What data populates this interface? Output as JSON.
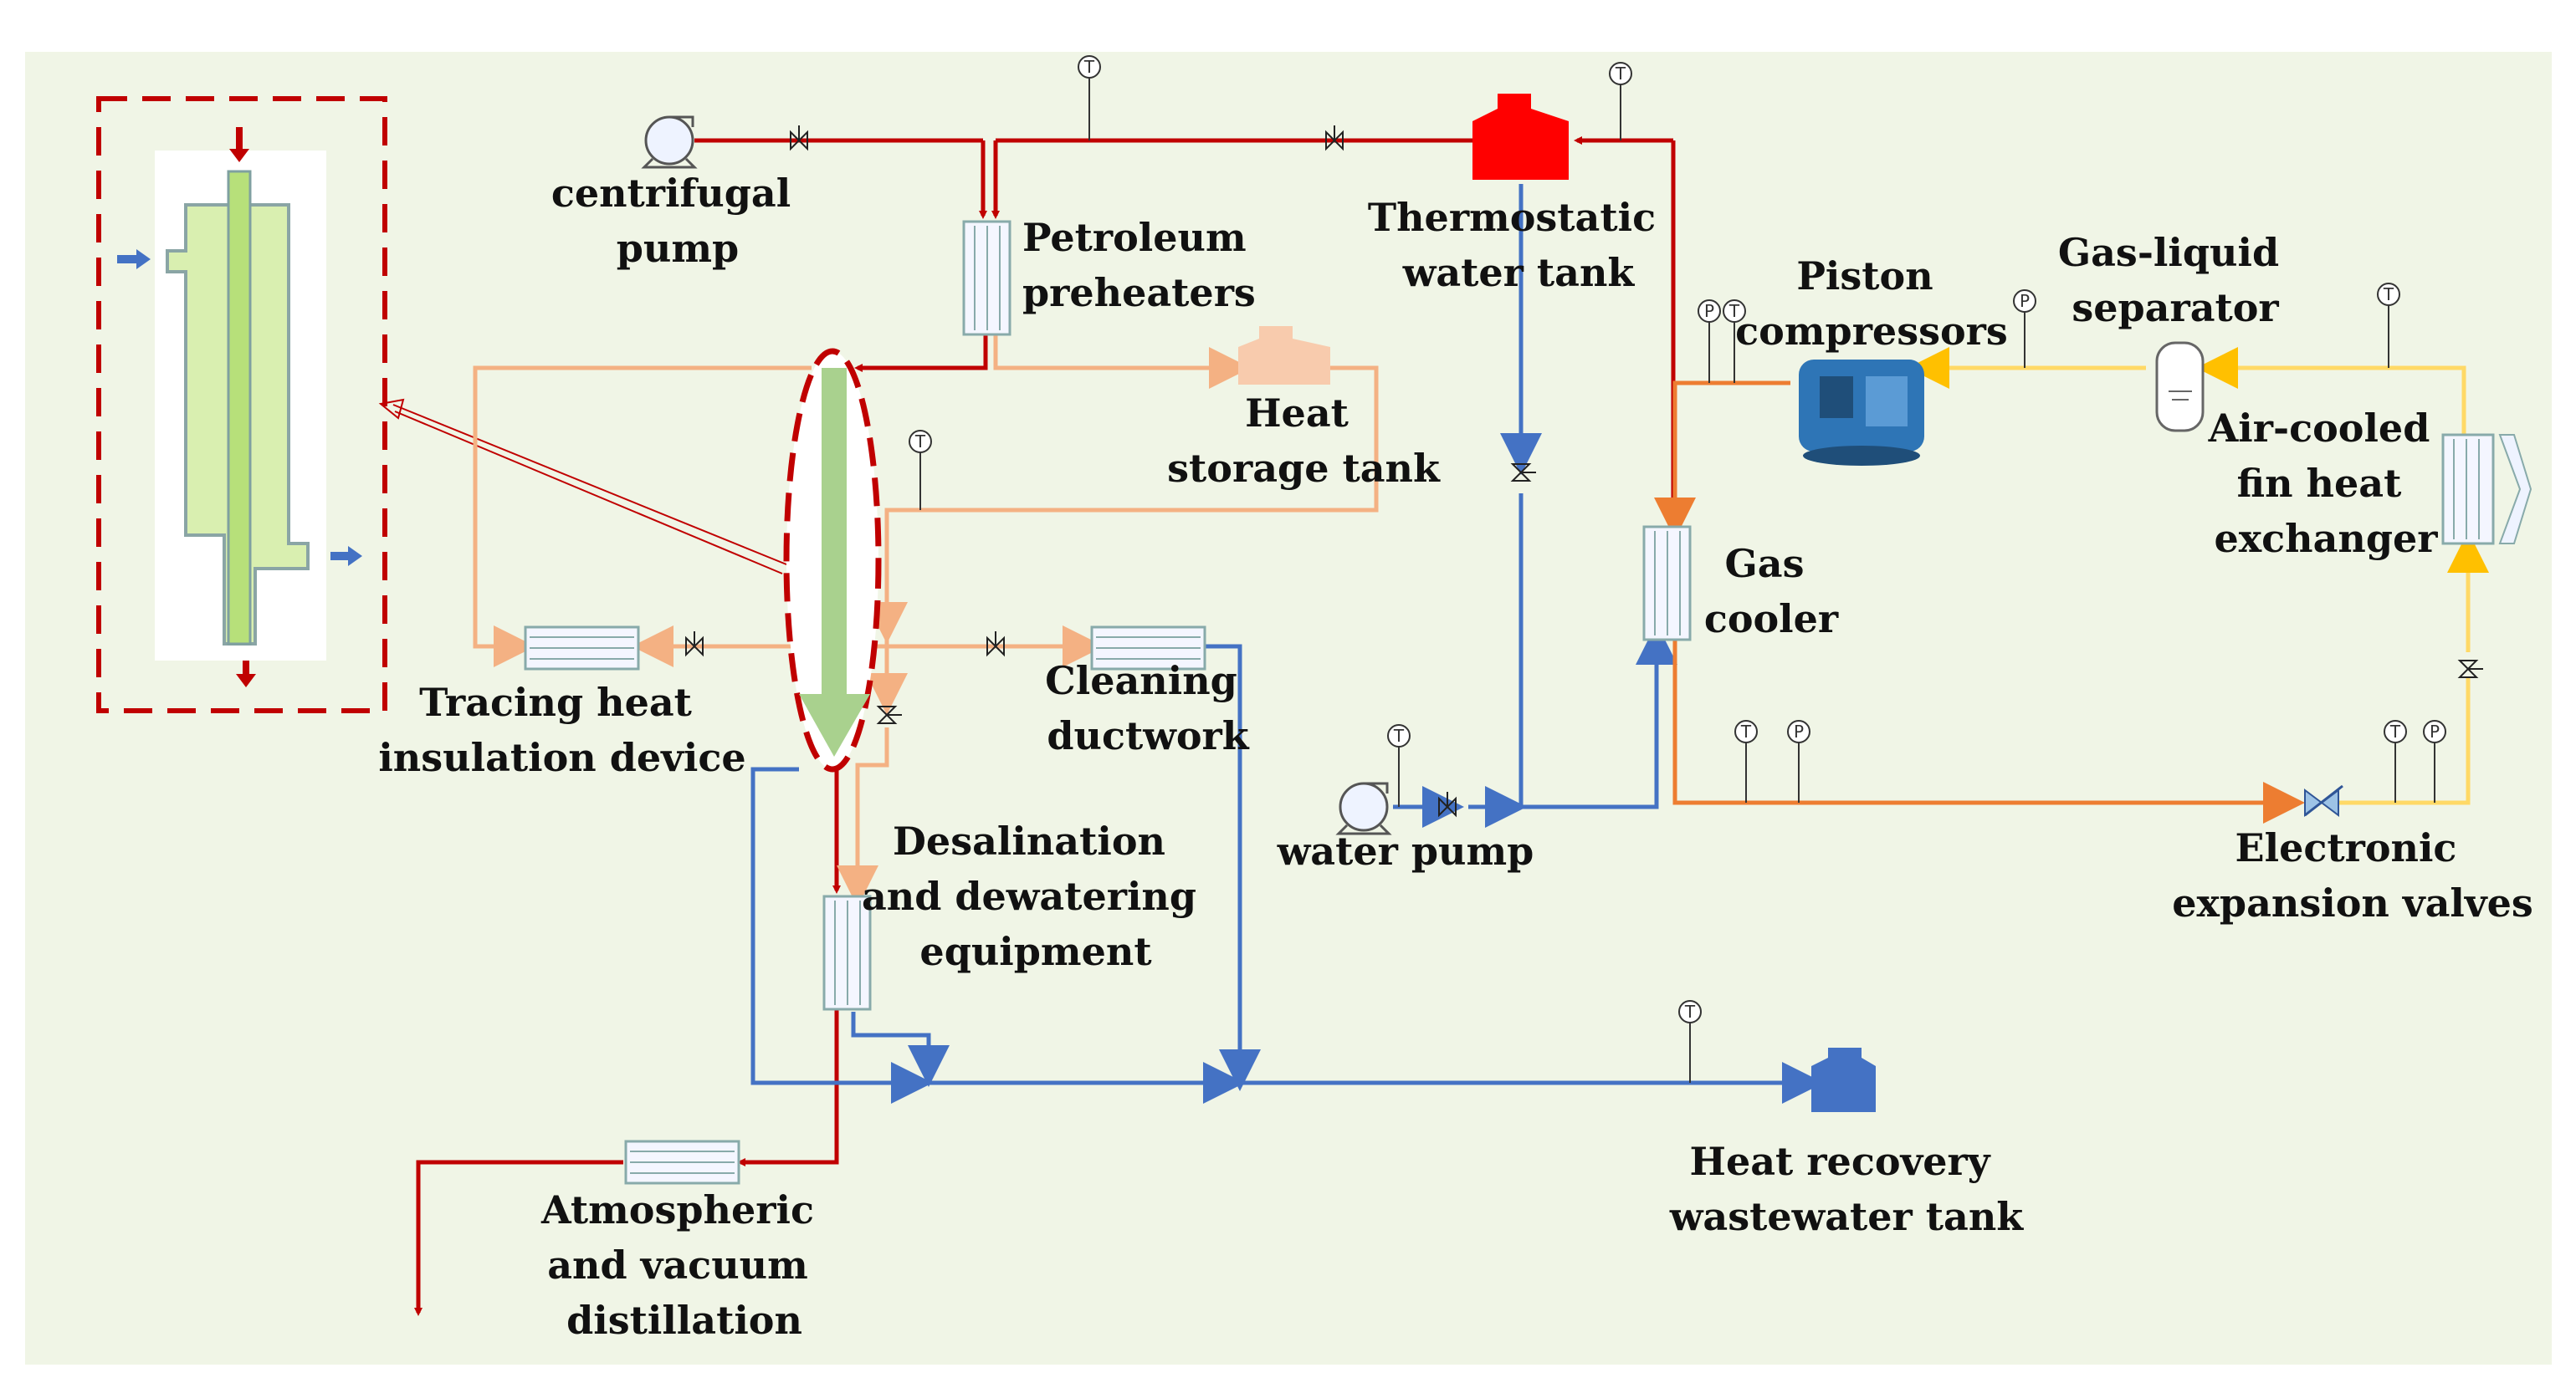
{
  "title": "",
  "colors": {
    "background": "#f0f5e6",
    "oil_line": "#c00000",
    "hot_water_line": "#f7c59e",
    "cold_water_line": "#4472c4",
    "co2_discharge_line": "#ed7d31",
    "co2_low_pressure_line": "#ffd966",
    "highlight_dash": "#c00000",
    "inset_tube": "#b7e07a"
  },
  "labels": {
    "centrifugal_pump": [
      "centrifugal",
      "pump"
    ],
    "petroleum_preheaters": [
      "Petroleum",
      "preheaters"
    ],
    "thermostatic_water_tank": [
      "Thermostatic",
      "water tank"
    ],
    "piston_compressors": [
      "Piston",
      "compressors"
    ],
    "gas_liquid_separator": [
      "Gas-liquid",
      "separator"
    ],
    "air_cooled_fin_heat_exchanger": [
      "Air-cooled",
      "fin heat",
      "exchanger"
    ],
    "heat_storage_tank": [
      "Heat",
      "storage tank"
    ],
    "gas_cooler": [
      "Gas",
      "cooler"
    ],
    "tracing_heat_insulation_device": [
      "Tracing heat",
      "insulation device"
    ],
    "cleaning_ductwork": [
      "Cleaning",
      "ductwork"
    ],
    "desalination_dewatering": [
      "Desalination",
      "and dewatering",
      "equipment"
    ],
    "water_pump": [
      "water pump"
    ],
    "electronic_expansion_valves": [
      "Electronic",
      "expansion valves"
    ],
    "heat_recovery_wastewater_tank": [
      "Heat recovery",
      "wastewater tank"
    ],
    "atmospheric_vacuum_distillation": [
      "Atmospheric",
      "and vacuum",
      "distillation"
    ]
  },
  "sensor_symbols": {
    "temperature": "T",
    "pressure": "P"
  }
}
